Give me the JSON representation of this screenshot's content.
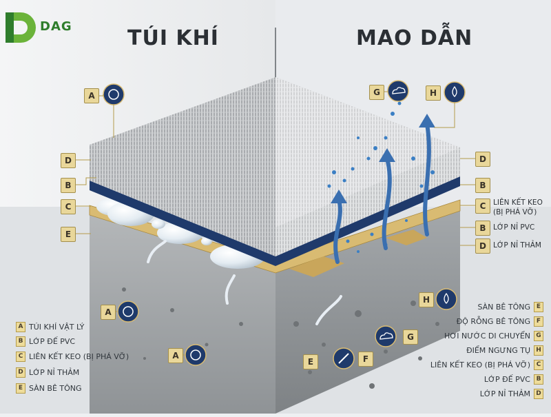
{
  "brand": {
    "name": "DAG",
    "color": "#2f7d2c"
  },
  "headings": {
    "left": "TÚI KHÍ",
    "right": "MAO DẪN"
  },
  "legend_left": [
    {
      "letter": "A",
      "text": "TÚI KHÍ VẬT LÝ"
    },
    {
      "letter": "B",
      "text": "LỚP ĐẾ PVC"
    },
    {
      "letter": "C",
      "text": "LIÊN KẾT KEO (BỊ PHÁ VỠ)"
    },
    {
      "letter": "D",
      "text": "LỚP NỈ THẢM"
    },
    {
      "letter": "E",
      "text": "SÀN BÊ TÔNG"
    }
  ],
  "legend_right": [
    {
      "letter": "E",
      "text": "SÀN BÊ TÔNG"
    },
    {
      "letter": "F",
      "text": "ĐỘ RỖNG BÊ TÔNG"
    },
    {
      "letter": "G",
      "text": "HƠI NƯỚC DI CHUYỂN"
    },
    {
      "letter": "H",
      "text": "ĐIỂM NGƯNG TỤ"
    },
    {
      "letter": "C",
      "text": "LIÊN KẾT KEO (BỊ PHÁ VỠ)"
    },
    {
      "letter": "B",
      "text": "LỚP ĐẾ PVC"
    },
    {
      "letter": "D",
      "text": "LỚP NỈ THẢM"
    }
  ],
  "right_labels": {
    "c_line1": "LIÊN KẾT KEO",
    "c_line2": "(BỊ PHÁ VỠ)",
    "b": "LỚP NỈ PVC",
    "d": "LỚP NỈ THẢM"
  },
  "tags": {
    "a": "A",
    "b": "B",
    "c": "C",
    "d": "D",
    "e": "E",
    "f": "F",
    "g": "G",
    "h": "H"
  },
  "icons": {
    "bubble": "air-bubble-icon",
    "cloud": "vapor-cloud-icon",
    "drop": "water-drop-icon",
    "pore": "concrete-pore-icon"
  },
  "colors": {
    "navy": "#1f3a6b",
    "gold_band": "#d9bb72",
    "tag_bg": "#e9d79a",
    "concrete": "#a9acae",
    "fiber": "#c9cbcd",
    "water": "#3b7fc4"
  }
}
